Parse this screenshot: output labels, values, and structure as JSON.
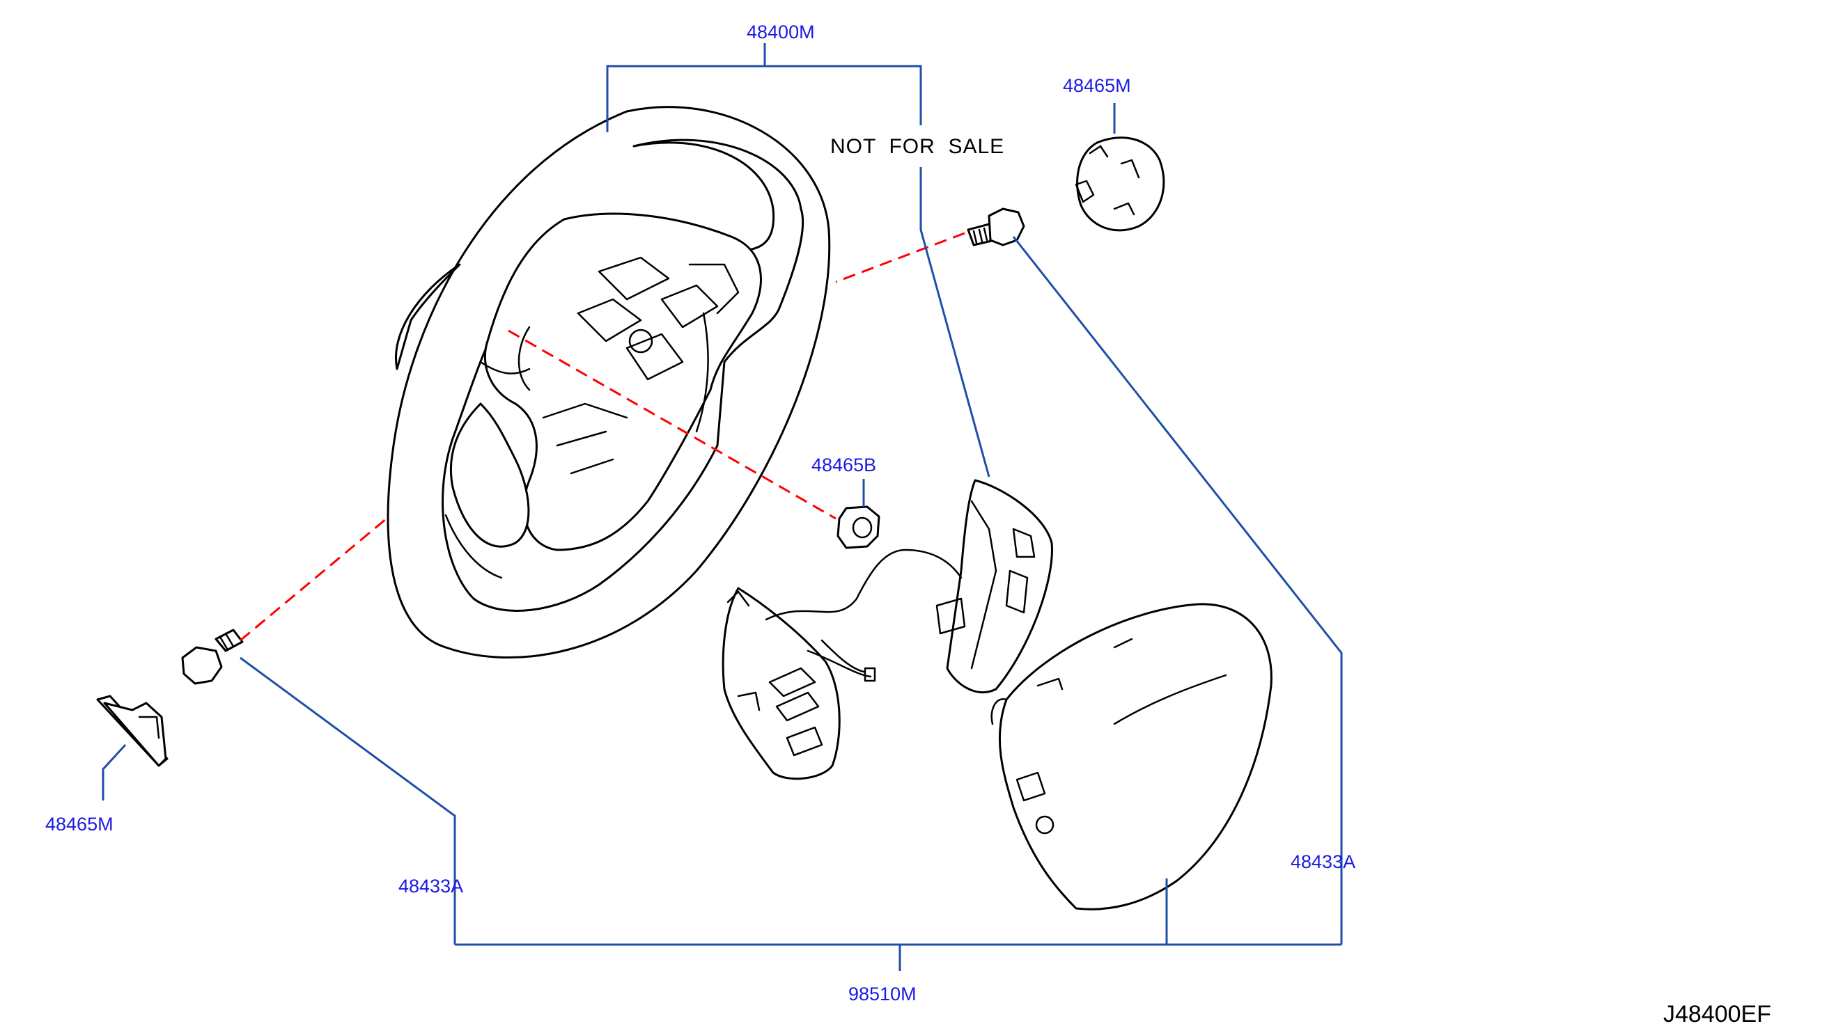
{
  "diagram": {
    "not_for_sale": "NOT  FOR  SALE",
    "drawing_code": "J48400EF",
    "colors": {
      "label": "#1a1ae6",
      "leader": "#1f4fa8",
      "assembly_line": "#ff0000",
      "outline": "#000000"
    },
    "parts": {
      "steering_wheel": "48400M",
      "pad_cover_top": "48465M",
      "nut": "48465B",
      "pad_cover_left": "48465M",
      "bolt_left": "48433A",
      "bolt_right": "48433A",
      "airbag_module": "98510M"
    }
  }
}
